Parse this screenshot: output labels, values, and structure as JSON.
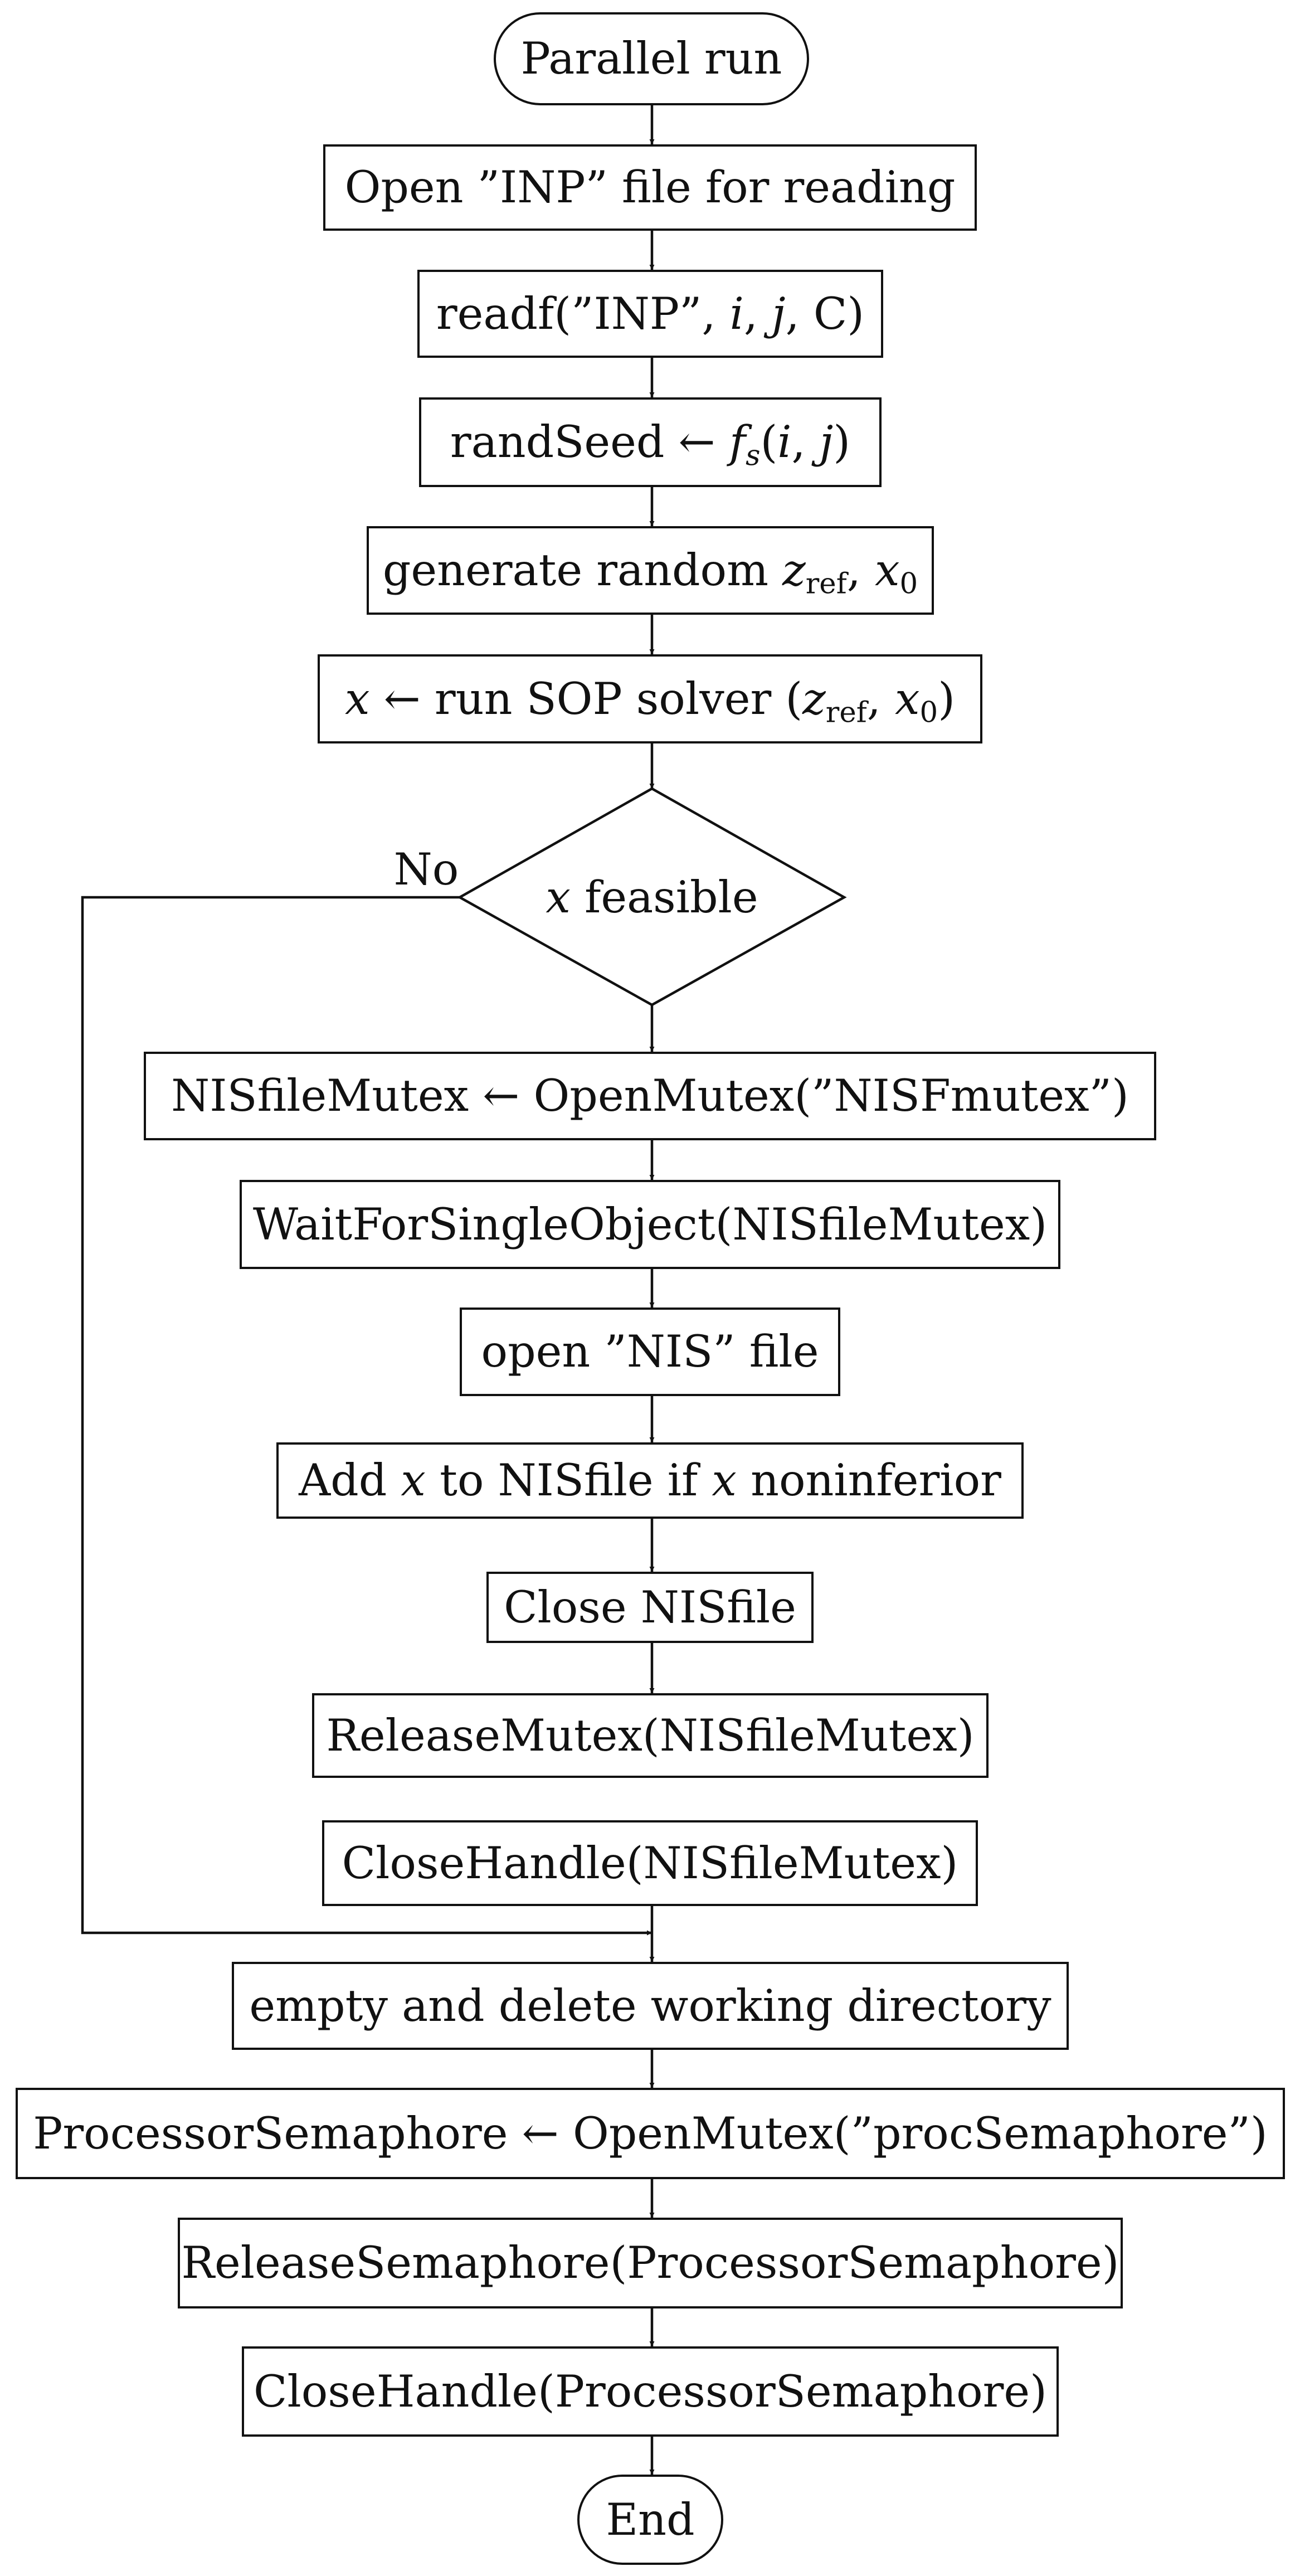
{
  "diagram": {
    "nodes": [
      {
        "id": "start",
        "kind": "terminal",
        "label": "Parallel run"
      },
      {
        "id": "open-inp",
        "kind": "process",
        "label": "Open ”INP” file for reading"
      },
      {
        "id": "readf",
        "kind": "process",
        "label": "readf(”INP”, i, j, C)"
      },
      {
        "id": "randseed",
        "kind": "process",
        "label": "randSeed ← fs(i, j)"
      },
      {
        "id": "gen-random",
        "kind": "process",
        "label": "generate random zref, x0"
      },
      {
        "id": "run-sop",
        "kind": "process",
        "label": "x ← run SOP solver (zref, x0)"
      },
      {
        "id": "feasible",
        "kind": "decision",
        "label": "x feasible"
      },
      {
        "id": "open-mutex",
        "kind": "process",
        "label": "NISfileMutex ← OpenMutex(”NISFmutex”)"
      },
      {
        "id": "wait-single",
        "kind": "process",
        "label": "WaitForSingleObject(NISfileMutex)"
      },
      {
        "id": "open-nis",
        "kind": "process",
        "label": "open ”NIS” file"
      },
      {
        "id": "add-x",
        "kind": "process",
        "label": "Add x to NISfile if x noninferior"
      },
      {
        "id": "close-nisfile",
        "kind": "process",
        "label": "Close NISfile"
      },
      {
        "id": "release-mutex",
        "kind": "process",
        "label": "ReleaseMutex(NISfileMutex)"
      },
      {
        "id": "close-handle-mutex",
        "kind": "process",
        "label": "CloseHandle(NISfileMutex)"
      },
      {
        "id": "empty-delete",
        "kind": "process",
        "label": "empty and delete working directory"
      },
      {
        "id": "proc-semaphore",
        "kind": "process",
        "label": "ProcessorSemaphore ← OpenMutex(”procSemaphore”)"
      },
      {
        "id": "release-semaphore",
        "kind": "process",
        "label": "ReleaseSemaphore(ProcessorSemaphore)"
      },
      {
        "id": "close-handle-semaphore",
        "kind": "process",
        "label": "CloseHandle(ProcessorSemaphore)"
      },
      {
        "id": "end",
        "kind": "terminal",
        "label": "End"
      }
    ],
    "edges": [
      {
        "from": "start",
        "to": "open-inp"
      },
      {
        "from": "open-inp",
        "to": "readf"
      },
      {
        "from": "readf",
        "to": "randseed"
      },
      {
        "from": "randseed",
        "to": "gen-random"
      },
      {
        "from": "gen-random",
        "to": "run-sop"
      },
      {
        "from": "run-sop",
        "to": "feasible"
      },
      {
        "from": "feasible",
        "to": "open-mutex"
      },
      {
        "from": "open-mutex",
        "to": "wait-single"
      },
      {
        "from": "wait-single",
        "to": "open-nis"
      },
      {
        "from": "open-nis",
        "to": "add-x"
      },
      {
        "from": "add-x",
        "to": "close-nisfile"
      },
      {
        "from": "close-nisfile",
        "to": "release-mutex"
      },
      {
        "from": "close-handle-mutex",
        "to": "empty-delete"
      },
      {
        "from": "feasible",
        "to": "empty-delete",
        "label": "No"
      },
      {
        "from": "empty-delete",
        "to": "proc-semaphore"
      },
      {
        "from": "proc-semaphore",
        "to": "release-semaphore"
      },
      {
        "from": "release-semaphore",
        "to": "close-handle-semaphore"
      },
      {
        "from": "close-handle-semaphore",
        "to": "end"
      }
    ]
  },
  "labels": {
    "start": "Parallel run",
    "open_inp": "Open ”INP” file for reading",
    "readf_fn": "readf(”INP”, ",
    "i": "i",
    "j": "j",
    "C": "C",
    "comma": ", ",
    "close_paren": ")",
    "open_paren": "(",
    "randseed": "randSeed ← ",
    "f": "f",
    "s": "s",
    "generate_random": "generate random ",
    "z": "z",
    "ref": "ref",
    "x": "x",
    "zero": "0",
    "run_sop": " ← run SOP solver (",
    "feasible": " feasible",
    "no": "No",
    "open_mutex": "NISfileMutex ← OpenMutex(”NISFmutex”)",
    "wait_single": "WaitForSingleObject(NISfileMutex)",
    "open_nis": "open ”NIS” file",
    "add": "Add ",
    "to_nisfile_if": " to NISfile if ",
    "noninferior": " noninferior",
    "close_nisfile": "Close NISfile",
    "release_mutex": "ReleaseMutex(NISfileMutex)",
    "close_handle_mutex": "CloseHandle(NISfileMutex)",
    "empty_delete": "empty and delete working directory",
    "proc_semaphore": "ProcessorSemaphore ← OpenMutex(”procSemaphore”)",
    "release_semaphore": "ReleaseSemaphore(ProcessorSemaphore)",
    "close_handle_semaphore": "CloseHandle(ProcessorSemaphore)",
    "end": "End"
  }
}
